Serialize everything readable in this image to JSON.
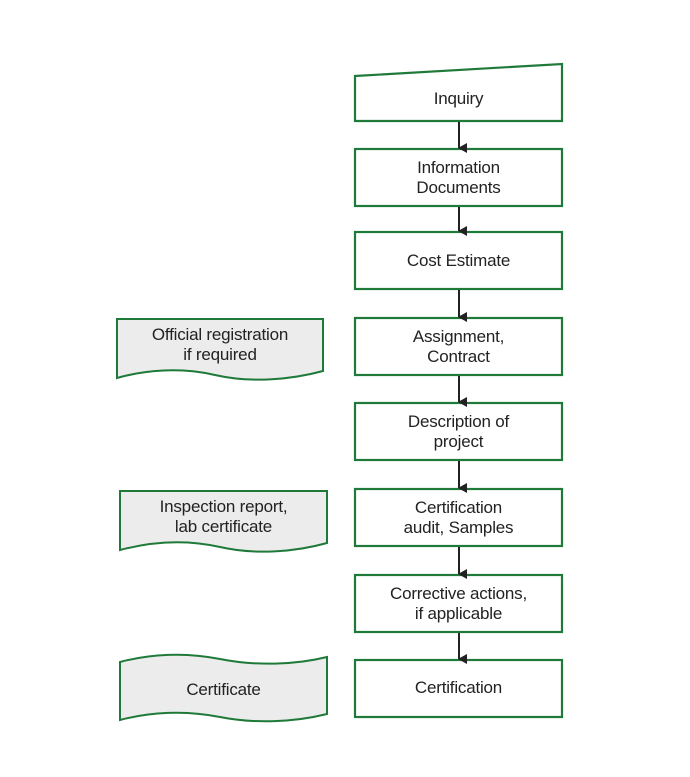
{
  "colors": {
    "border": "#1f7a3a",
    "doc_fill": "#ececec",
    "box_fill": "#ffffff",
    "arrow": "#222222",
    "text": "#222222"
  },
  "flow": {
    "steps": [
      {
        "label": "Inquiry",
        "shape": "manual-input"
      },
      {
        "label": "Information\nDocuments",
        "shape": "process"
      },
      {
        "label": "Cost Estimate",
        "shape": "process"
      },
      {
        "label": "Assignment,\nContract",
        "shape": "process"
      },
      {
        "label": "Description of\nproject",
        "shape": "process"
      },
      {
        "label": "Certification\naudit, Samples",
        "shape": "process"
      },
      {
        "label": "Corrective actions,\nif applicable",
        "shape": "process"
      },
      {
        "label": "Certification",
        "shape": "process"
      }
    ],
    "documents": [
      {
        "label": "Official registration\nif required",
        "shape": "document",
        "aligned_with": "Assignment, Contract"
      },
      {
        "label": "Inspection report,\nlab certificate",
        "shape": "document",
        "aligned_with": "Certification audit, Samples"
      },
      {
        "label": "Certificate",
        "shape": "tape",
        "aligned_with": "Certification"
      }
    ]
  }
}
